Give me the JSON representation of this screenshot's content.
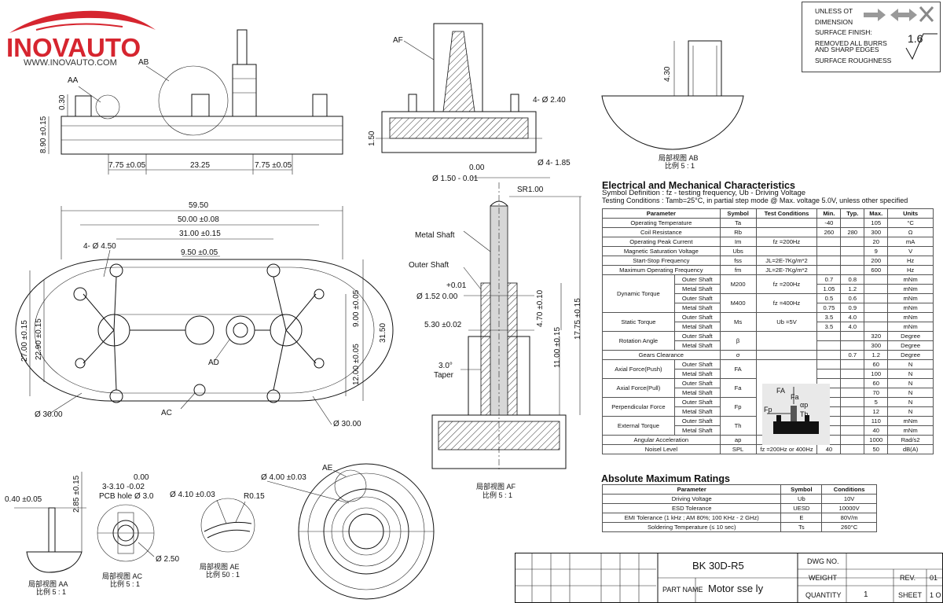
{
  "logo": {
    "name": "INOVAUTO",
    "url": "WWW.INOVAUTO.COM"
  },
  "notes": {
    "unless": "UNLESS OT",
    "dimension": "DIMENSION",
    "surface_finish": "SURFACE  FINISH:",
    "burrs1": "REMOVED ALL BURRS",
    "burrs2": "AND SHARP EDGES",
    "roughness": "SURFACE ROUGHNESS",
    "roughness_value": "1.6"
  },
  "top_view": {
    "label_aa": "AA",
    "label_ab": "AB",
    "dim_030": "0.30",
    "dim_890": "8.90 ±0.15",
    "dim_775_l": "7.75 ±0.05",
    "dim_2325": "23.25",
    "dim_775_r": "7.75 ±0.05"
  },
  "side_view": {
    "label_af": "AF",
    "dim_150": "1.50",
    "dim_240": "4- Ø 2.40",
    "dim_185": "Ø 4- 1.85"
  },
  "detail_ab": {
    "dim_430": "4.30",
    "caption": "局部视图 AB",
    "scale": "比例 5 : 1"
  },
  "main_view": {
    "dim_5950": "59.50",
    "dim_5000": "50.00 ±0.08",
    "dim_3100": "31.00 ±0.15",
    "dim_450": "4- Ø 4.50",
    "dim_950": "9.50 ±0.05",
    "dim_2700": "27.00 ±0.15",
    "dim_2290": "22.90 ±0.15",
    "dim_900": "9.00 ±0.05",
    "dim_1200": "12.00 ±0.05",
    "dim_3150": "31.50",
    "label_ad": "AD",
    "label_ac": "AC",
    "dim_30_l": "Ø 30.00",
    "dim_30_r": "Ø 30.00"
  },
  "shaft_view": {
    "dim_000": "0.00",
    "dim_150": "Ø 1.50 - 0.01",
    "sr": "SR1.00",
    "metal_shaft": "Metal Shaft",
    "outer_shaft": "Outer Shaft",
    "tol_plus": "+0.01",
    "dim_152": "Ø 1.52   0.00",
    "dim_470": "4.70 ±0.10",
    "dim_1775": "17.75 ±0.15",
    "dim_530": "5.30 ±0.02",
    "dim_1100": "11.00 ±0.15",
    "taper1": "3.0°",
    "taper2": "Taper",
    "caption": "局部视图 AF",
    "scale": "比例 5 : 1"
  },
  "detail_aa": {
    "dim_040": "0.40 ±0.05",
    "dim_285": "2.85 ±0.15",
    "caption": "局部视图 AA",
    "scale": "比例 5 : 1"
  },
  "detail_ac": {
    "dim_000": "0.00",
    "dim_310": "3-3.10 -0.02",
    "pcb": "PCB hole Ø 3.0",
    "dim_250": "Ø 2.50",
    "caption": "局部视图 AC",
    "scale": "比例 5 : 1"
  },
  "detail_ae": {
    "dim_410": "Ø 4.10 ±0.03",
    "r015": "R0.15",
    "caption": "局部视图 AE",
    "scale": "比例 50 : 1"
  },
  "detail_ad": {
    "dim_400": "Ø 4.00 ±0.03",
    "label_ae": "AE"
  },
  "electrical": {
    "title": "Electrical and Mechanical Characteristics",
    "definition": "Symbol Definition : fz - testing frequency, Ub - Driving Voltage",
    "conditions": "Testing Conditions : Tamb=25°C, in partial step mode @ Max. voltage 5.0V, unless other specified",
    "headers": [
      "Parameter",
      "Symbol",
      "Test Conditions",
      "Min.",
      "Typ.",
      "Max.",
      "Units"
    ],
    "rows": [
      {
        "p": "Operating Temperature",
        "sub": "",
        "s": "Ta",
        "c": "",
        "min": "-40",
        "typ": "",
        "max": "105",
        "u": "°C"
      },
      {
        "p": "Coil Resistance",
        "sub": "",
        "s": "Rb",
        "c": "",
        "min": "260",
        "typ": "280",
        "max": "300",
        "u": "Ω"
      },
      {
        "p": "Operating Peak Current",
        "sub": "",
        "s": "Im",
        "c": "fz =200Hz",
        "min": "",
        "typ": "",
        "max": "20",
        "u": "mA"
      },
      {
        "p": "Magnetic Saturation Voltage",
        "sub": "",
        "s": "Ubs",
        "c": "",
        "min": "",
        "typ": "",
        "max": "9",
        "u": "V"
      },
      {
        "p": "Start-Stop Frequency",
        "sub": "",
        "s": "fss",
        "c": "JL=2E-7Kg/m*2",
        "min": "",
        "typ": "",
        "max": "200",
        "u": "Hz"
      },
      {
        "p": "Maximum Operating Frequency",
        "sub": "",
        "s": "fm",
        "c": "JL=2E-7Kg/m*2",
        "min": "",
        "typ": "",
        "max": "600",
        "u": "Hz"
      }
    ],
    "dynamic": {
      "p": "Dynamic Torque",
      "lines": [
        {
          "sub": "Outer Shaft",
          "s": "M200",
          "c": "fz =200Hz",
          "min": "0.7",
          "typ": "0.8",
          "u": "mNm"
        },
        {
          "sub": "Metal Shaft",
          "s": "",
          "c": "",
          "min": "1.05",
          "typ": "1.2",
          "u": "mNm"
        },
        {
          "sub": "Outer Shaft",
          "s": "M400",
          "c": "fz =400Hz",
          "min": "0.5",
          "typ": "0.6",
          "u": "mNm"
        },
        {
          "sub": "Metal Shaft",
          "s": "",
          "c": "",
          "min": "0.75",
          "typ": "0.9",
          "u": "mNm"
        }
      ]
    },
    "pairs": [
      {
        "p": "Static Torque",
        "s": "Ms",
        "c": "Ub =5V",
        "a": {
          "sub": "Outer Shaft",
          "min": "3.5",
          "typ": "4.0",
          "max": "",
          "u": "mNm"
        },
        "b": {
          "sub": "Metal Shaft",
          "min": "3.5",
          "typ": "4.0",
          "max": "",
          "u": "mNm"
        }
      },
      {
        "p": "Rotation Angle",
        "s": "β",
        "c": "",
        "a": {
          "sub": "Outer Shaft",
          "min": "",
          "typ": "",
          "max": "320",
          "u": "Degree"
        },
        "b": {
          "sub": "Metal Shaft",
          "min": "",
          "typ": "",
          "max": "300",
          "u": "Degree"
        }
      }
    ],
    "gears": {
      "p": "Gears Clearance",
      "s": "σ",
      "typ": "0.7",
      "max": "1.2",
      "u": "Degree"
    },
    "force_pairs": [
      {
        "p": "Axial Force(Push)",
        "s": "FA",
        "a": {
          "sub": "Outer Shaft",
          "max": "60",
          "u": "N"
        },
        "b": {
          "sub": "Metal Shaft",
          "max": "100",
          "u": "N"
        }
      },
      {
        "p": "Axial Force(Pull)",
        "s": "Fa",
        "a": {
          "sub": "Outer Shaft",
          "max": "60",
          "u": "N"
        },
        "b": {
          "sub": "Metal Shaft",
          "max": "70",
          "u": "N"
        }
      },
      {
        "p": "Perpendicular Force",
        "s": "Fp",
        "a": {
          "sub": "Outer Shaft",
          "max": "5",
          "u": "N"
        },
        "b": {
          "sub": "Metal Shaft",
          "max": "12",
          "u": "N"
        }
      },
      {
        "p": "External Torque",
        "s": "Th",
        "a": {
          "sub": "Outer Shaft",
          "max": "110",
          "u": "mNm"
        },
        "b": {
          "sub": "Metal Shaft",
          "max": "40",
          "u": "mNm"
        }
      }
    ],
    "angular": {
      "p": "Angular Acceleration",
      "s": "ap",
      "max": "1000",
      "u": "Rad/s2"
    },
    "noise": {
      "p": "Noisel Level",
      "s": "SPL",
      "c": "fz =200Hz or 400Hz",
      "min": "40",
      "max": "50",
      "u": "dB(A)"
    },
    "diagram_labels": {
      "fa_cap": "FA",
      "fa": "Fa",
      "fp": "Fp",
      "ap": "αp",
      "th": "Th"
    }
  },
  "absolute": {
    "title": "Absolute Maximum Ratings",
    "headers": [
      "Parameter",
      "Symbol",
      "Conditions"
    ],
    "rows": [
      {
        "p": "Driving Voltage",
        "s": "Ub",
        "c": "10V"
      },
      {
        "p": "ESD Tolerance",
        "s": "UESD",
        "c": "10000V"
      },
      {
        "p": "EMI Tolerance (1 kHz ; AM 80%; 100 KHz - 2 GHz)",
        "s": "E",
        "c": "80V/m"
      },
      {
        "p": "Soldering Temperature (≤ 10 sec)",
        "s": "Ts",
        "c": "260°C"
      }
    ]
  },
  "title_block": {
    "part_no": "BK  30D-R5",
    "part_name_label": "PART NAME",
    "part_name": "Motor   sse    ly",
    "dwg_no_label": "DWG NO.",
    "weight_label": "WEIGHT",
    "quantity_label": "QUANTITY",
    "quantity": "1",
    "rev_label": "REV.",
    "rev": "01",
    "sheet_label": "SHEET",
    "sheet": "1 O"
  }
}
